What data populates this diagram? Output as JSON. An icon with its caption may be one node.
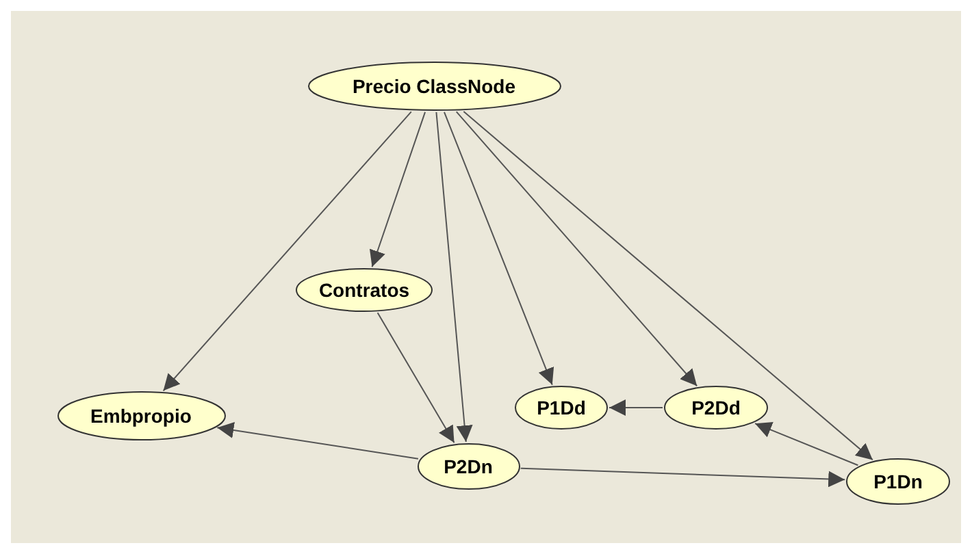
{
  "diagram": {
    "nodes": [
      {
        "text": [
          "Precio ClassNode"
        ]
      },
      {
        "text": [
          "Contratos"
        ]
      },
      {
        "text": [
          "Embpropio"
        ]
      },
      {
        "text": [
          "P1Dd"
        ]
      },
      {
        "text": [
          "P2Dd"
        ]
      },
      {
        "text": [
          "P2Dn"
        ]
      },
      {
        "text": [
          "P1Dn"
        ]
      }
    ],
    "edges": [
      {
        "from": 0,
        "to": 2,
        "arrow": "to"
      },
      {
        "from": 0,
        "to": 1,
        "arrow": "to"
      },
      {
        "from": 0,
        "to": 5,
        "arrow": "to"
      },
      {
        "from": 0,
        "to": 3,
        "arrow": "to"
      },
      {
        "from": 0,
        "to": 4,
        "arrow": "to"
      },
      {
        "from": 0,
        "to": 6,
        "arrow": "to"
      },
      {
        "from": 1,
        "to": 5,
        "arrow": "to"
      },
      {
        "from": 5,
        "to": 2,
        "arrow": "to"
      },
      {
        "from": 5,
        "to": 6,
        "arrow": "to"
      },
      {
        "from": 4,
        "to": 3,
        "arrow": "to"
      },
      {
        "from": 6,
        "to": 4,
        "arrow": "to"
      }
    ]
  }
}
